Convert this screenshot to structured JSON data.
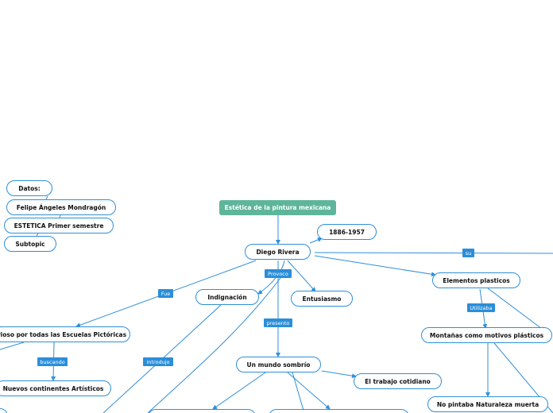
{
  "diagram": {
    "root": "Estética de la pintura mexicana",
    "info": {
      "datos": "Datos:",
      "author": "Felipe  Ángeles Mondragón",
      "course": "ESTETICA Primer semestre",
      "subtopic": "Subtopic"
    },
    "nodes": {
      "diego": "Diego Rivera",
      "years": "1886-1957",
      "elementos": "Elementos plasticos",
      "indignacion": "Indignación",
      "entusiasmo": "Entusiasmo",
      "escuelas": "rioso por todas las Escuelas Pictóricas",
      "nuevos": "Nuevos continentes Artísticos",
      "sombrio": "Un mundo sombrío",
      "trabajo": "El trabajo cotidiano",
      "montanas": "Montañas como motivos plásticos",
      "naturaleza": "No pintaba Naturaleza muerta"
    },
    "links": {
      "su": "su",
      "provoco": "Provoco",
      "fue": "Fue",
      "utilizaba": "Utilizaba",
      "presento": "presento",
      "buscando": "buscando",
      "introdujo": "introdujo"
    }
  },
  "colors": {
    "line": "#2f8fd8",
    "root_fill": "#5fb59a",
    "tag_fill": "#2b8ed8"
  }
}
